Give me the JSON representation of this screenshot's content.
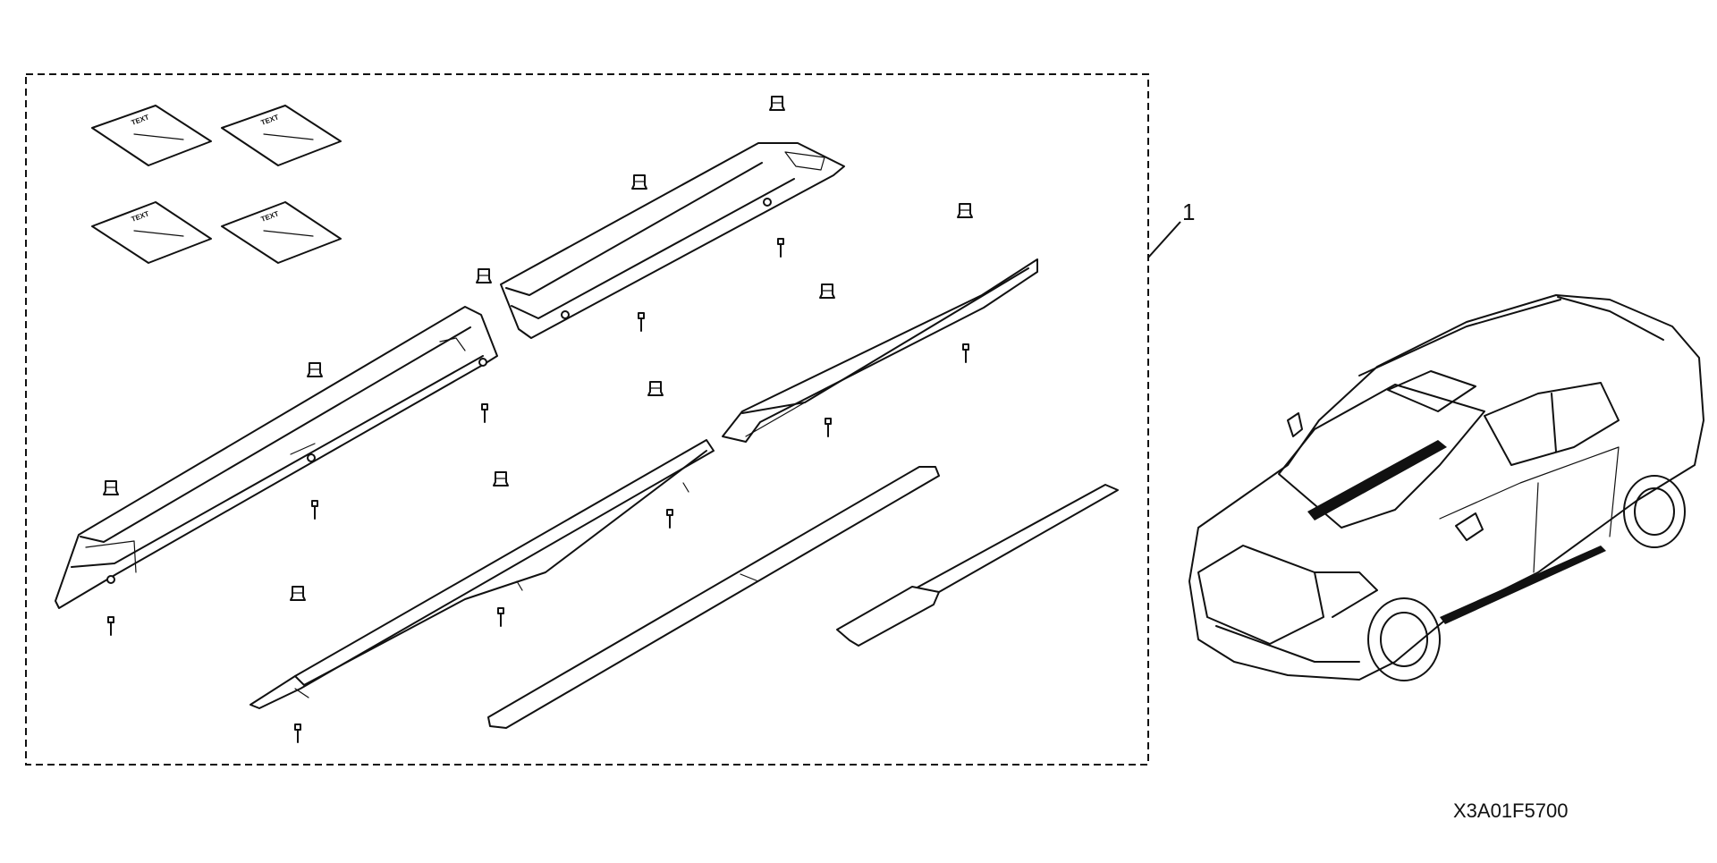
{
  "callout": {
    "number": "1"
  },
  "part_code": "X3A01F5700",
  "icons": {
    "kit_border": "dashed-kit-boundary",
    "decals": "instruction-label-sheet-icon",
    "clips": "mounting-clip-icon",
    "screws": "screw-icon",
    "vehicle": "suv-vehicle-icon"
  },
  "colors": {
    "line": "#111111",
    "background": "#ffffff"
  }
}
